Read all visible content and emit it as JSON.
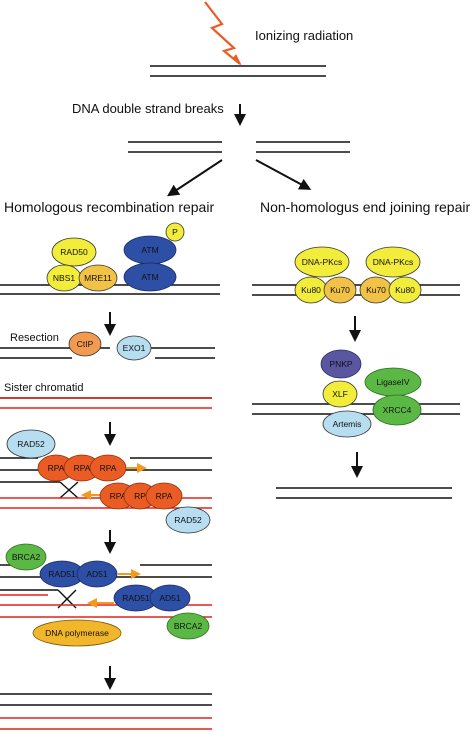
{
  "title_top": "Ionizing radiation",
  "dsb": "DNA double strand breaks",
  "hr_heading": "Homologous recombination repair",
  "nhej_heading": "Non-homologus end joining repair",
  "proteins": {
    "rad50": "RAD50",
    "nbs1": "NBS1",
    "mre11": "MRE11",
    "atm": "ATM",
    "p": "P",
    "ctip": "CtIP",
    "exo1": "EXO1",
    "rad52": "RAD52",
    "rpa": "RPA",
    "rp": "RP",
    "brca2": "BRCA2",
    "rad51": "RAD51",
    "rad51_cut": "AD51",
    "dna_pol": "DNA polymerase",
    "dnapkcs": "DNA-PKcs",
    "ku80": "Ku80",
    "ku70": "Ku70",
    "pnkp": "PNKP",
    "ligase": "LigaseIV",
    "xlf": "XLF",
    "xrcc4": "XRCC4",
    "artemis": "Artemis"
  },
  "resection": "Resection",
  "sister": "Sister chromatid",
  "colors": {
    "yellow": "#f2ec3a",
    "orange_yellow": "#f2c247",
    "blue": "#2d4fa6",
    "orange": "#f29b50",
    "light_blue": "#b6def0",
    "red_orange": "#ea5c23",
    "green": "#5cb845",
    "purple": "#5a56a0",
    "red_strand": "#e2231a",
    "arrow_orange": "#f39a1e"
  }
}
